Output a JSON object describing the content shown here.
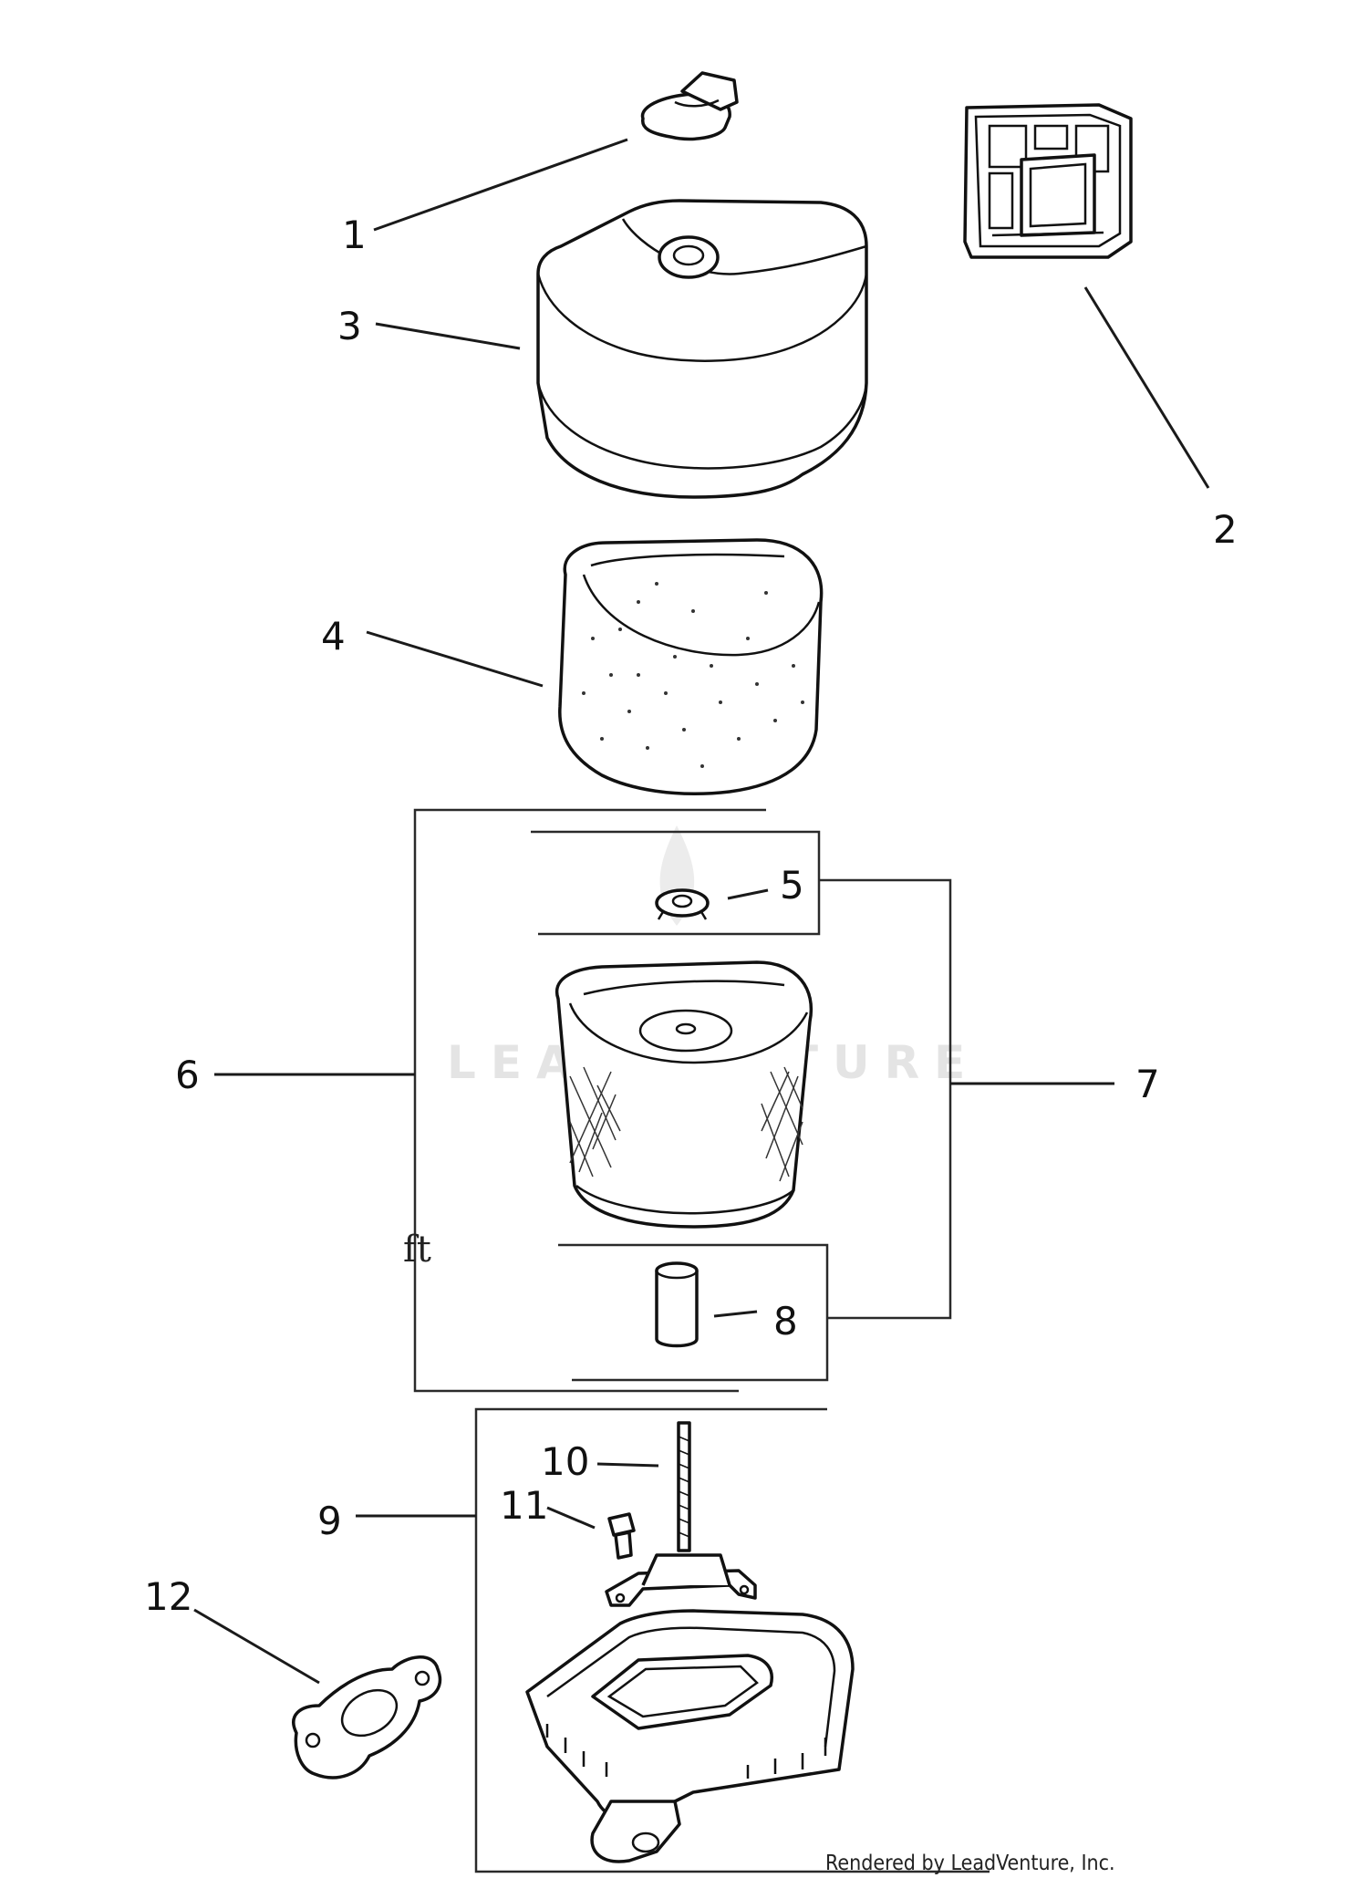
{
  "watermark": "LEADVENTURE",
  "stray_text": "ft",
  "credit": "Rendered by LeadVenture, Inc.",
  "callouts": [
    "1",
    "2",
    "3",
    "4",
    "5",
    "6",
    "7",
    "8",
    "9",
    "10",
    "11",
    "12"
  ],
  "colors": {
    "line": "#111111",
    "background": "#ffffff",
    "watermark": "#e4e4e4"
  }
}
